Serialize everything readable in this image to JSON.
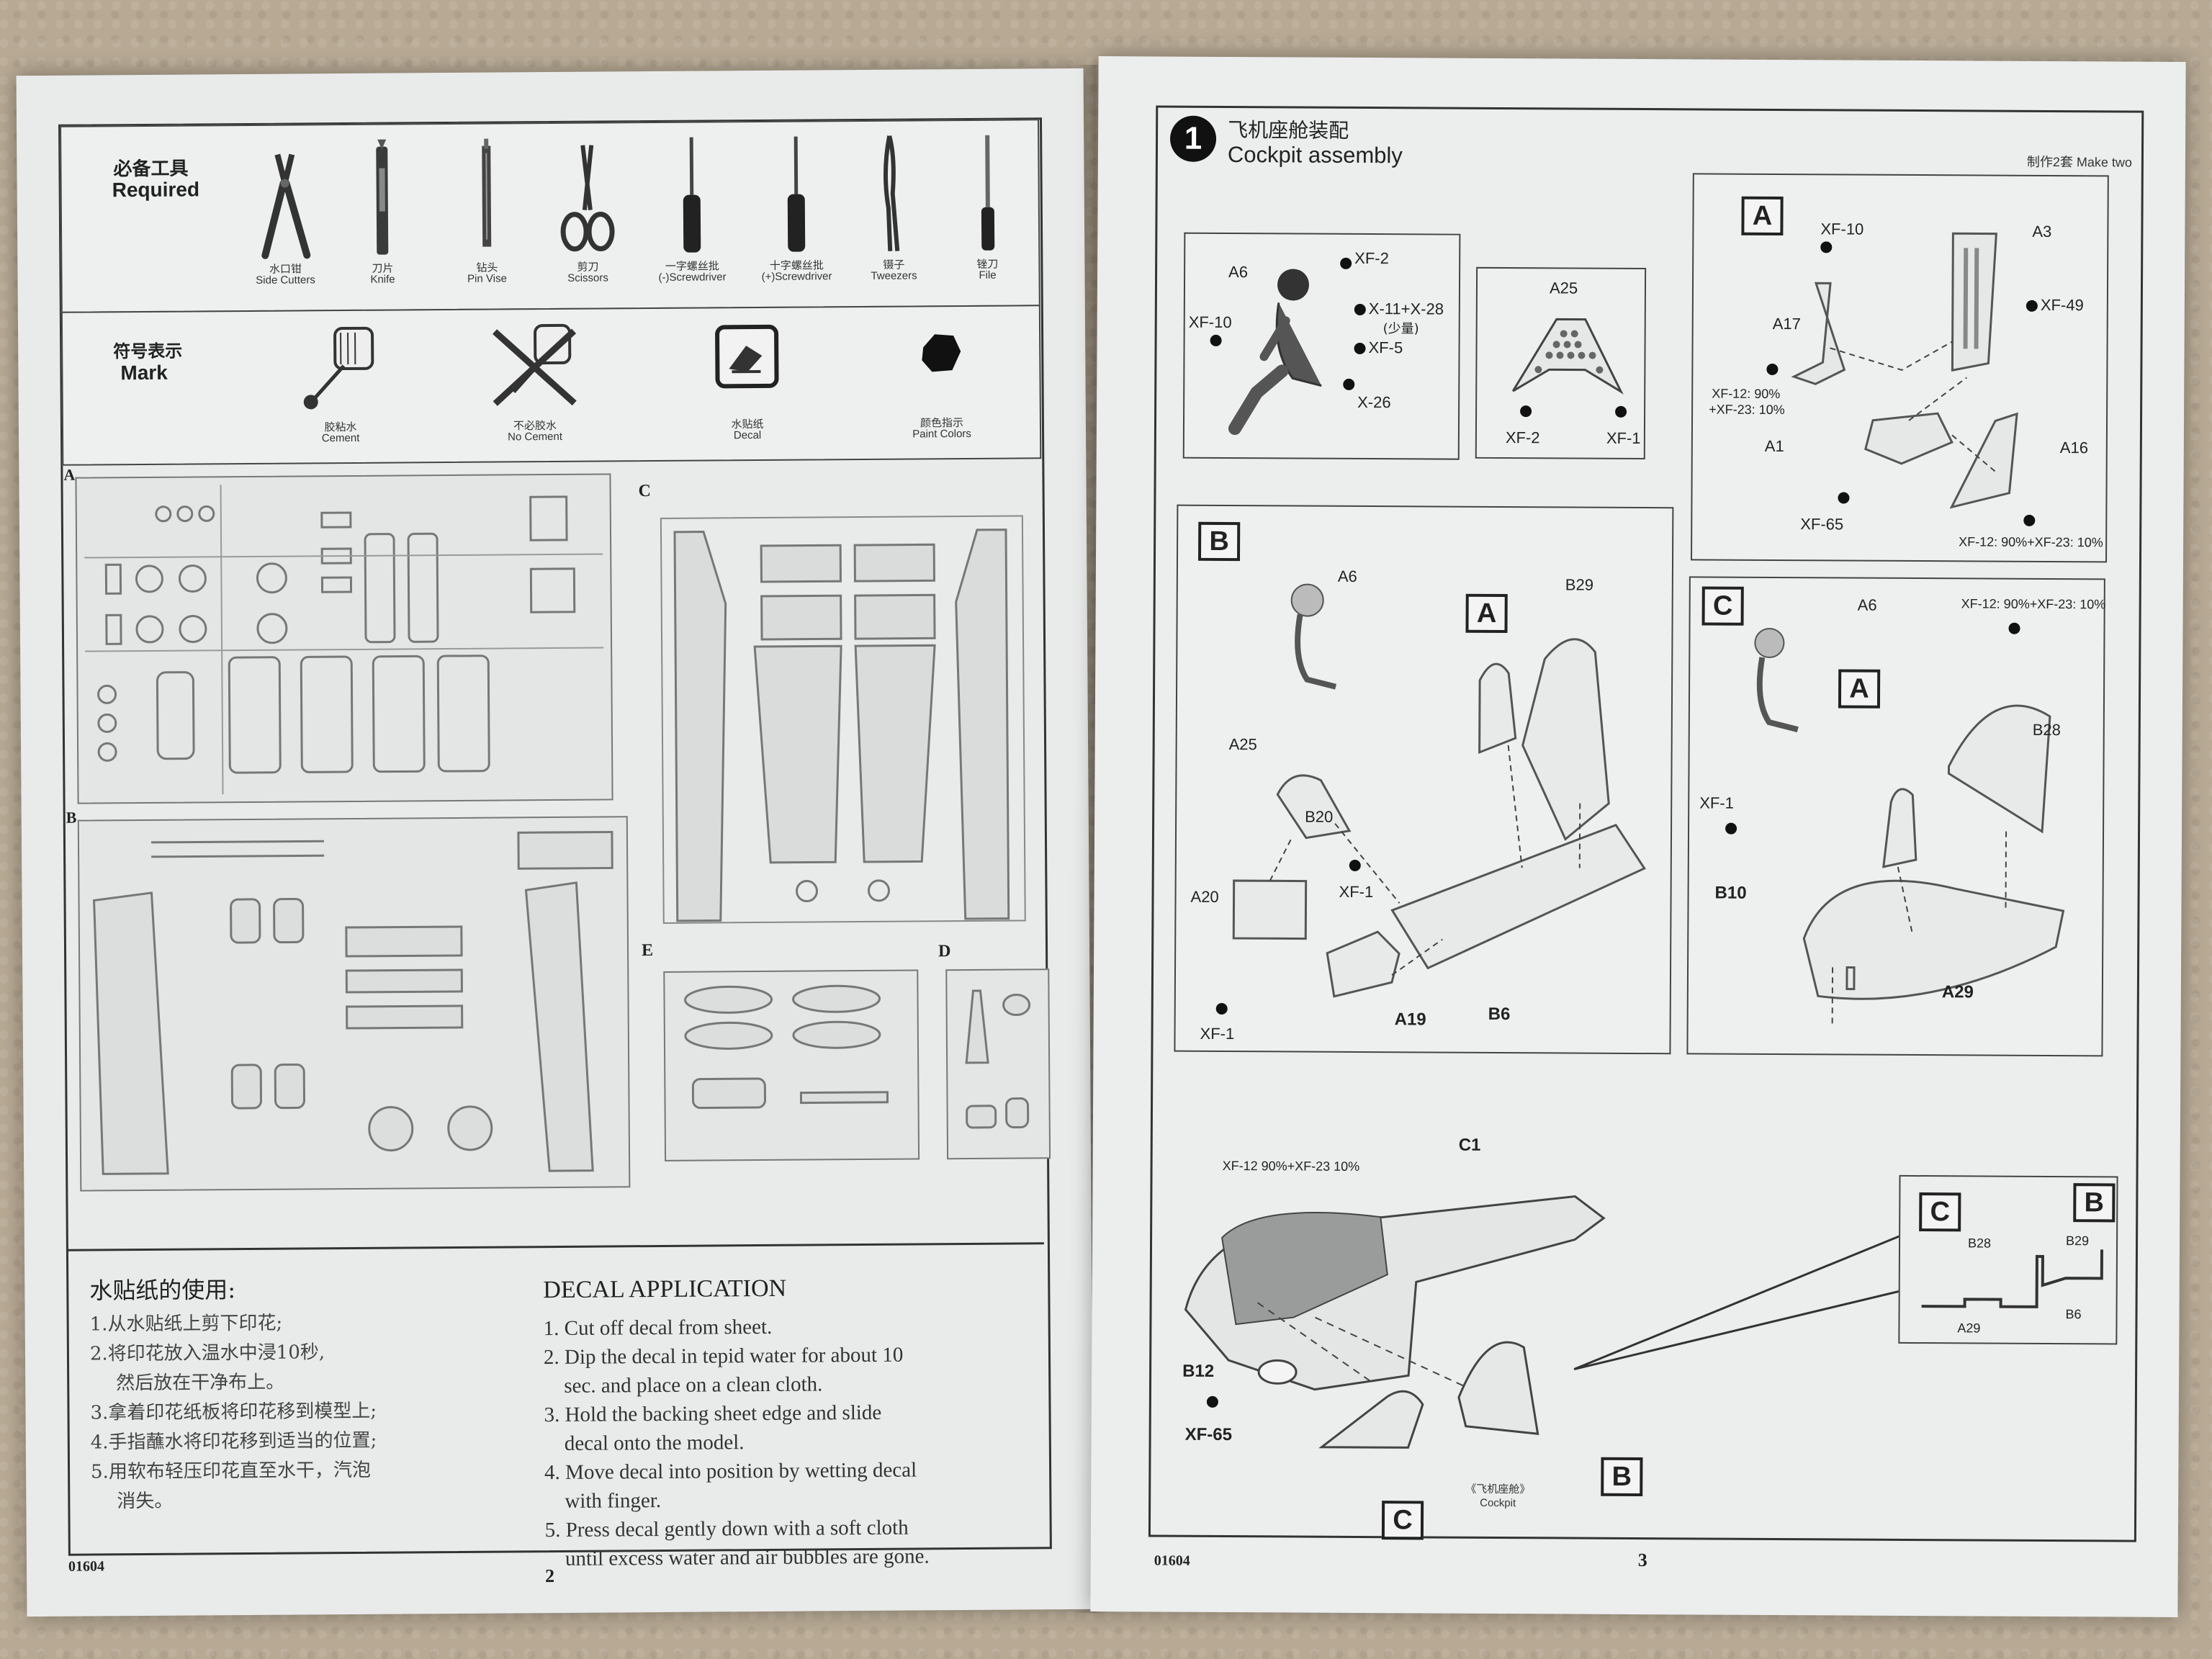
{
  "left": {
    "tools_heading_cn": "必备工具",
    "tools_heading_en": "Required",
    "tools": [
      {
        "cn": "水口钳",
        "en": "Side Cutters",
        "icon": "side-cutters-icon"
      },
      {
        "cn": "刀片",
        "en": "Knife",
        "icon": "knife-icon"
      },
      {
        "cn": "钻头",
        "en": "Pin Vise",
        "icon": "pin-vise-icon"
      },
      {
        "cn": "剪刀",
        "en": "Scissors",
        "icon": "scissors-icon"
      },
      {
        "cn": "一字螺丝批",
        "en": "(-)Screwdriver",
        "icon": "flat-screwdriver-icon"
      },
      {
        "cn": "十字螺丝批",
        "en": "(+)Screwdriver",
        "icon": "phillips-screwdriver-icon"
      },
      {
        "cn": "镊子",
        "en": "Tweezers",
        "icon": "tweezers-icon"
      },
      {
        "cn": "锉刀",
        "en": "File",
        "icon": "file-icon"
      }
    ],
    "marks_heading_cn": "符号表示",
    "marks_heading_en": "Mark",
    "marks": [
      {
        "cn": "胶粘水",
        "en": "Cement",
        "icon": "cement-icon"
      },
      {
        "cn": "不必胶水",
        "en": "No Cement",
        "icon": "no-cement-icon"
      },
      {
        "cn": "水贴纸",
        "en": "Decal",
        "icon": "decal-icon"
      },
      {
        "cn": "颜色指示",
        "en": "Paint Colors",
        "icon": "paint-colors-icon"
      }
    ],
    "sprues": [
      "A",
      "B",
      "C",
      "E",
      "D"
    ],
    "decal_heading_cn": "水贴纸的使用:",
    "decal_steps_cn": [
      "1.从水贴纸上剪下印花;",
      "2.将印花放入温水中浸10秒,",
      "然后放在干净布上。",
      "3.拿着印花纸板将印花移到模型上;",
      "4.手指蘸水将印花移到适当的位置;",
      "5.用软布轻压印花直至水干，汽泡",
      "消失。"
    ],
    "decal_heading_en": "DECAL APPLICATION",
    "decal_steps_en": [
      "1. Cut off decal from sheet.",
      "2. Dip the decal in tepid water for about 10",
      "sec. and place on a clean cloth.",
      "3. Hold the backing sheet edge and slide",
      "decal onto the model.",
      "4. Move decal into position by wetting decal",
      "with finger.",
      "5. Press decal gently down with a soft cloth",
      "until excess water and air bubbles are gone."
    ],
    "code": "01604",
    "page_number": "2"
  },
  "right": {
    "step_number": "1",
    "step_title_cn": "飞机座舱装配",
    "step_title_en": "Cockpit assembly",
    "make_two": "制作2套 Make two",
    "sub_a_tag": "A",
    "sub_b_tag": "B",
    "sub_c_tag": "C",
    "pilot_labels": {
      "a6": "A6",
      "xf2": "XF-2",
      "x11": "X-11+X-28",
      "x11_cn": "(少量)",
      "xf10": "XF-10",
      "xf5": "XF-5",
      "x26": "X-26"
    },
    "panel_labels": {
      "a25": "A25",
      "xf2": "XF-2",
      "xf1": "XF-1"
    },
    "seat_labels": {
      "xf10": "XF-10",
      "a3": "A3",
      "a17": "A17",
      "xf49": "XF-49",
      "mix": "XF-12: 90%",
      "mix2": "+XF-23: 10%",
      "a1": "A1",
      "a16": "A16",
      "xf65": "XF-65",
      "mix3": "XF-12: 90%+XF-23: 10%"
    },
    "b_labels": {
      "a6": "A6",
      "b29": "B29",
      "a25": "A25",
      "b20": "B20",
      "xf1": "XF-1",
      "a20": "A20",
      "xf1b": "XF-1",
      "a19": "A19",
      "b6": "B6"
    },
    "c_labels": {
      "a6": "A6",
      "mix": "XF-12: 90%+XF-23: 10%",
      "b28": "B28",
      "xf1": "XF-1",
      "b10": "B10",
      "a29": "A29"
    },
    "final_labels": {
      "mix": "XF-12 90%+XF-23 10%",
      "c1": "C1",
      "b12": "B12",
      "xf65": "XF-65",
      "cockpit_cn": "《飞机座舱》",
      "cockpit": "Cockpit"
    },
    "inset_labels": {
      "b28": "B28",
      "a29": "A29",
      "b29": "B29",
      "b6": "B6"
    },
    "code": "01604",
    "page_number": "3"
  }
}
